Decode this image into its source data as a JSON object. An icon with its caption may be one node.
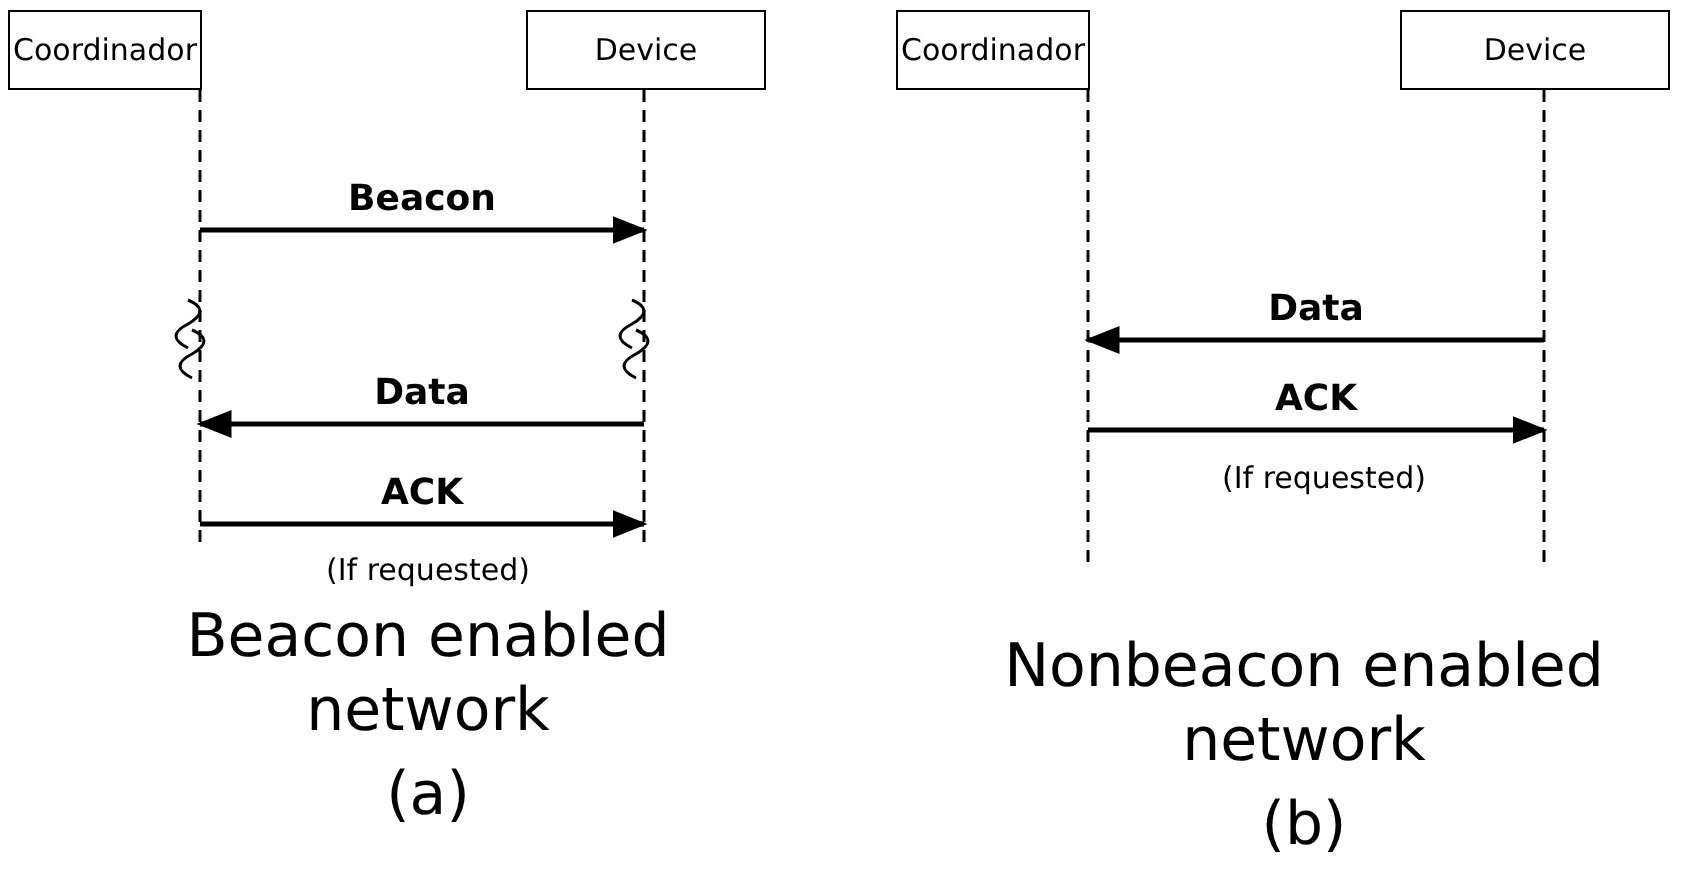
{
  "diagram": {
    "nodes": [
      {
        "text": [
          "Coordinador"
        ]
      },
      {
        "text": [
          "Device"
        ]
      },
      {
        "text": [
          "Coordinador"
        ]
      },
      {
        "text": [
          "Device"
        ]
      }
    ],
    "edges": [
      {
        "from": 0,
        "to": 1,
        "arrow": "to",
        "label": "Beacon"
      },
      {
        "from": 1,
        "to": 0,
        "arrow": "to",
        "label": "Data"
      },
      {
        "from": 0,
        "to": 1,
        "arrow": "to",
        "label": "ACK"
      },
      {
        "from": 3,
        "to": 2,
        "arrow": "to",
        "label": "Data"
      },
      {
        "from": 2,
        "to": 3,
        "arrow": "to",
        "label": "ACK"
      }
    ],
    "labels": [
      "(If requested)",
      "Beacon enabled network",
      "(a)",
      "(If requested)",
      "Nonbeacon enabled network",
      "(b)"
    ]
  }
}
